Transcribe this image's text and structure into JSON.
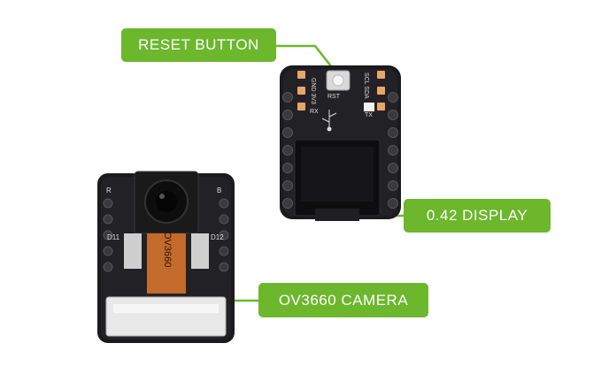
{
  "callouts": {
    "reset": "RESET BUTTON",
    "display": "0.42 DISPLAY",
    "camera": "OV3660 CAMERA"
  },
  "board_top": {
    "rst": "RST",
    "left_pins": "GND 3V3",
    "rx": "RX",
    "right_pins": "SCL SDA",
    "tx": "TX"
  },
  "board_bottom": {
    "r": "R",
    "b": "B",
    "d11": "D11",
    "d12": "D12",
    "flex": "OV3660"
  },
  "colors": {
    "accent": "#6cb72c",
    "pcb": "#1b1b1d",
    "copper": "#e9a46a"
  }
}
